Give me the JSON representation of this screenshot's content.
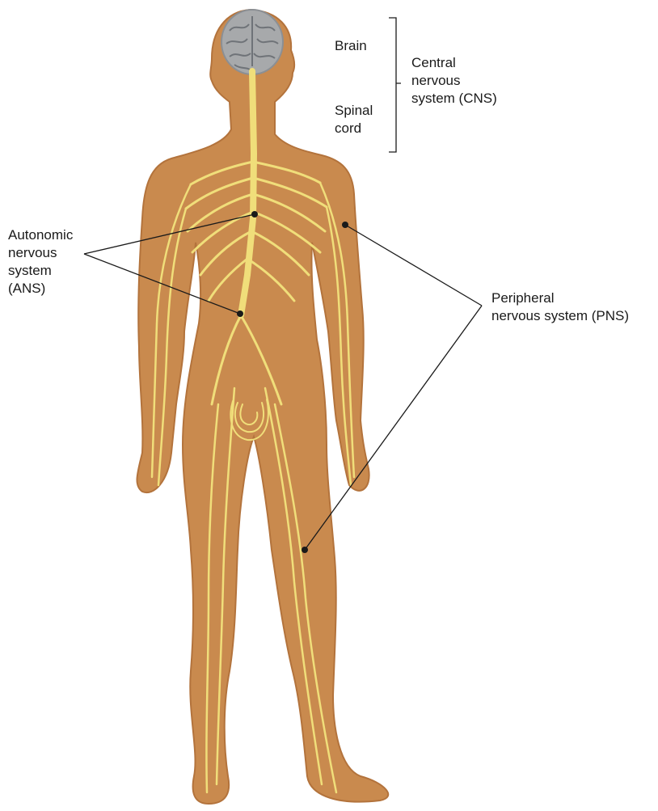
{
  "labels": {
    "brain": "Brain",
    "spinal_cord": [
      "Spinal",
      "cord"
    ],
    "cns": [
      "Central",
      "nervous",
      "system (CNS)"
    ],
    "ans": [
      "Autonomic",
      "nervous",
      "system",
      "(ANS)"
    ],
    "pns": [
      "Peripheral",
      "nervous system (PNS)"
    ]
  },
  "colors": {
    "skin": "#c98a4e",
    "skin_outline": "#b3733c",
    "nerve": "#f0de7a",
    "brain": "#a7a9ab",
    "brain_fold": "#6f7378",
    "leader": "#1a1a1a"
  }
}
